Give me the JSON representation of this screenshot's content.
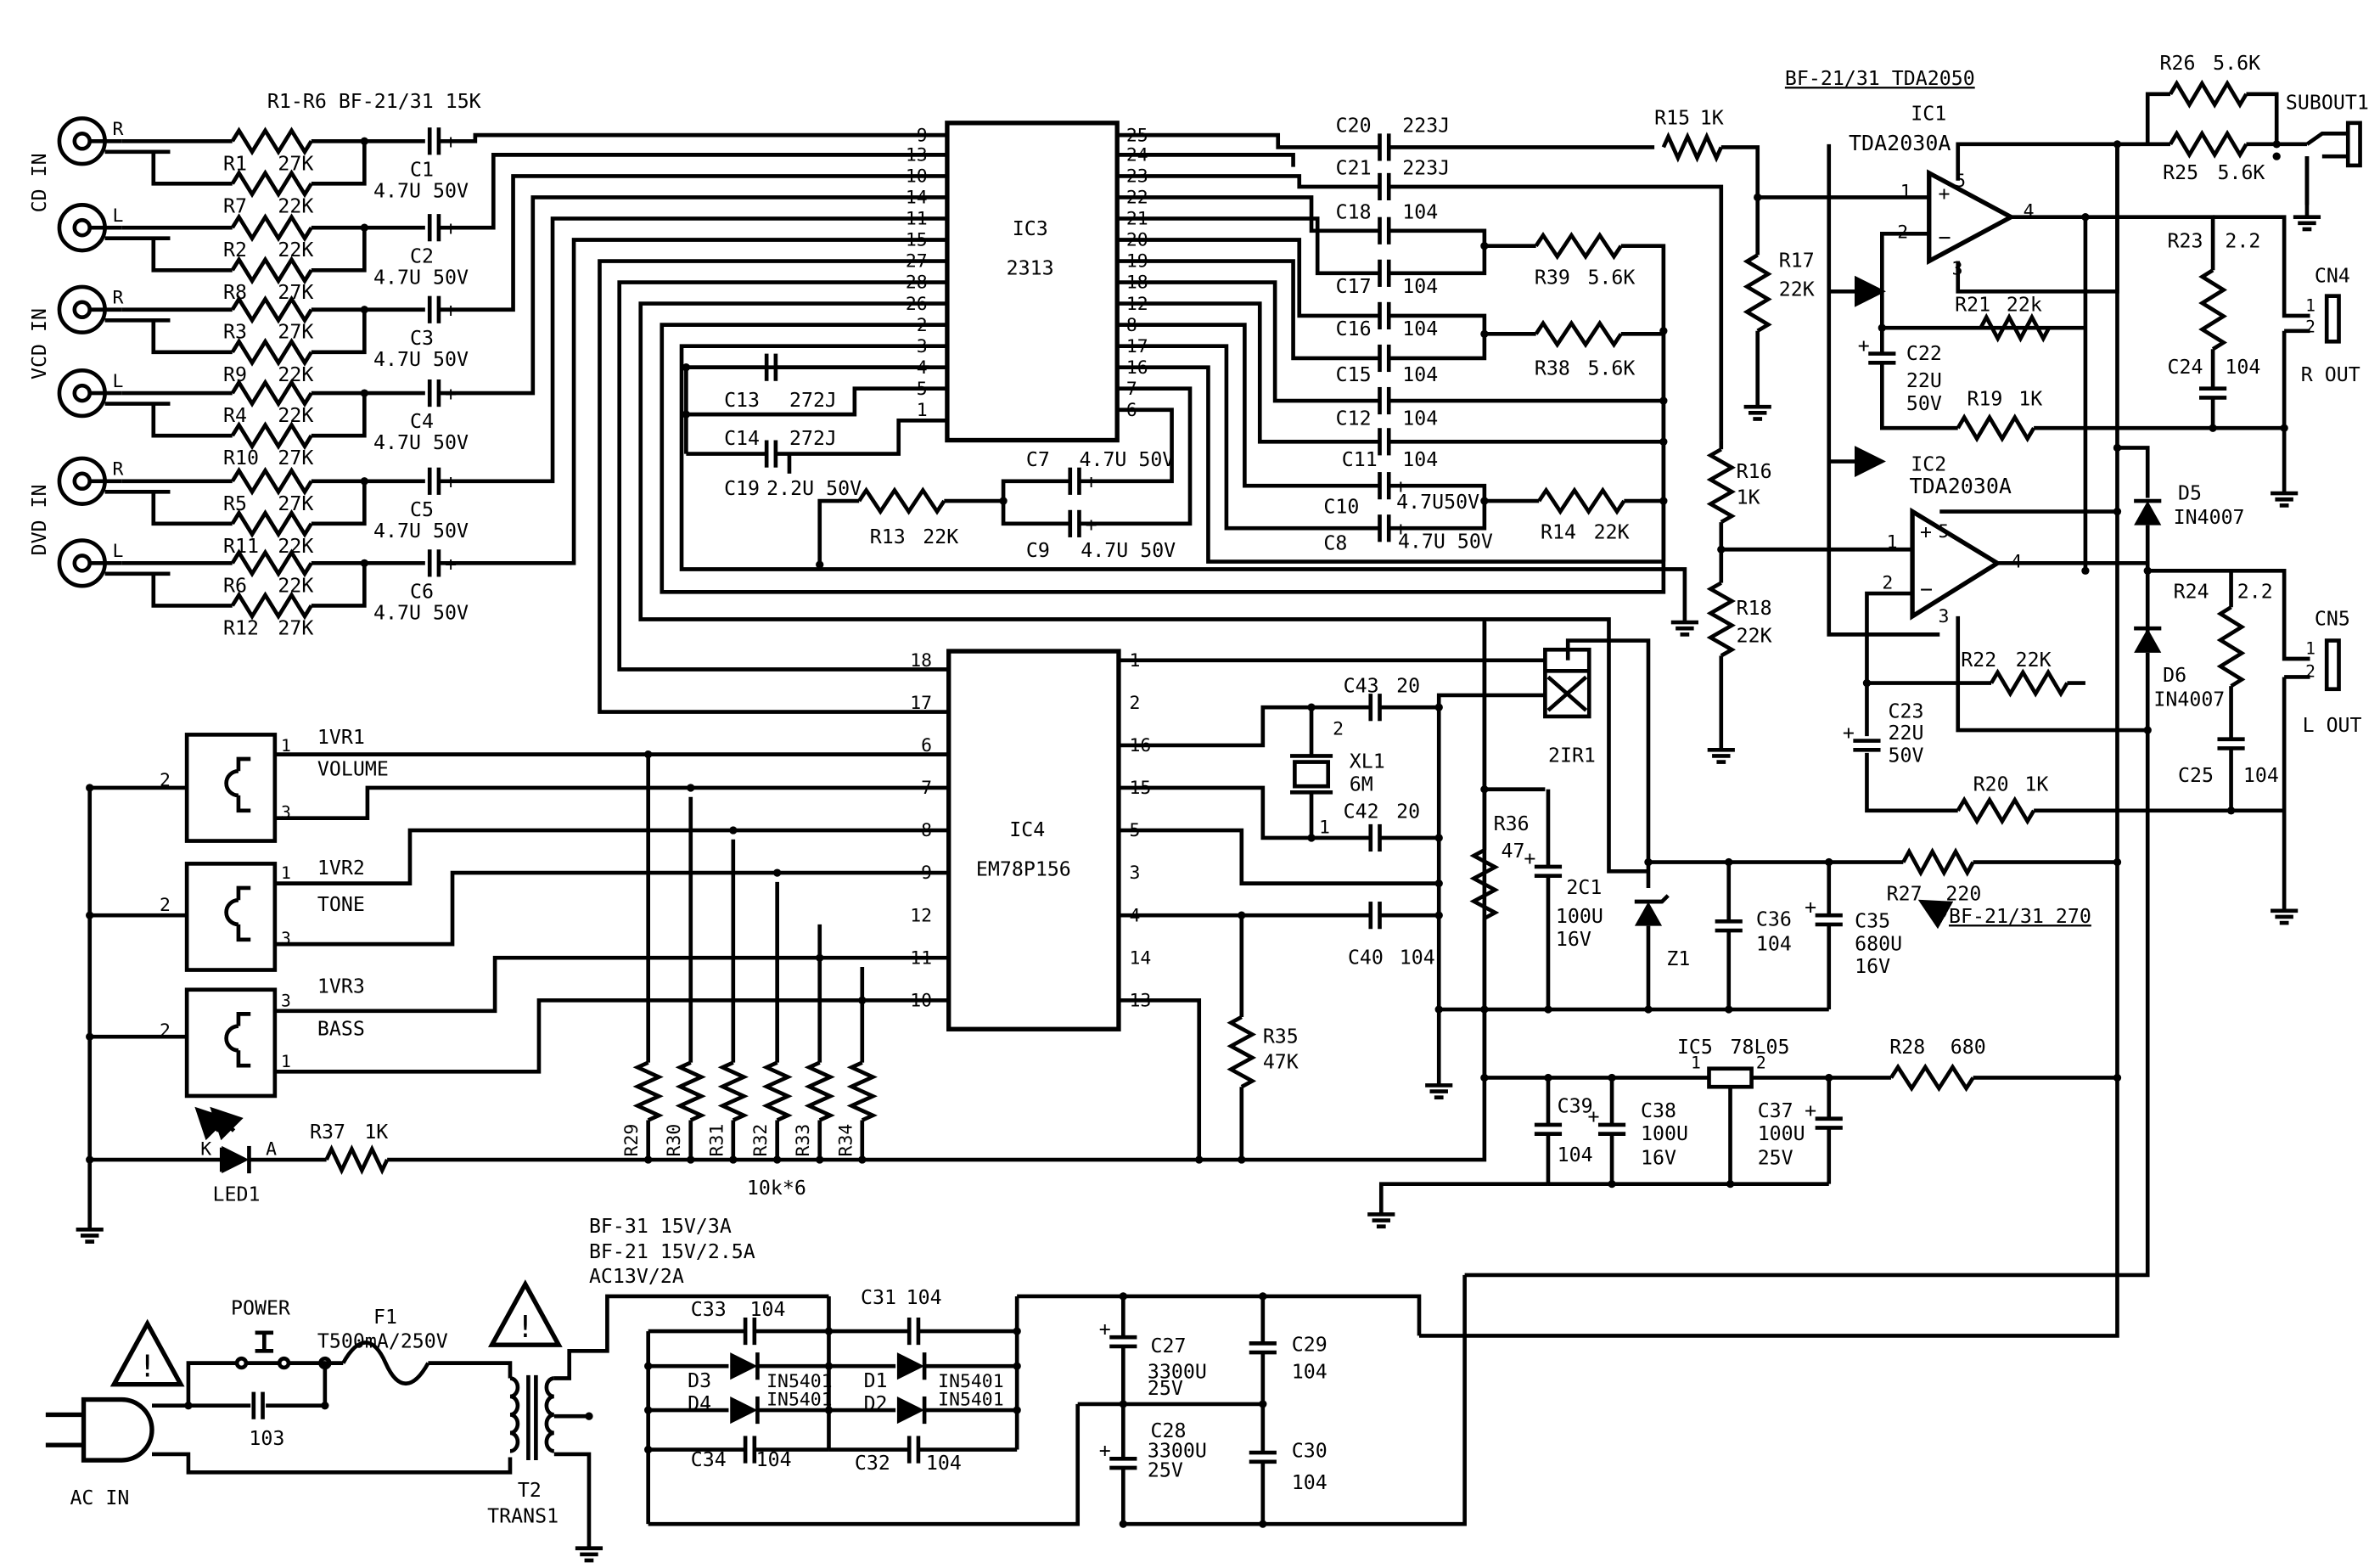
{
  "title_note": "R1-R6  BF-21/31  15K",
  "inputs": {
    "cd_in": "CD  IN",
    "vcd_in": "VCD  IN",
    "dvd_in": "DVD  IN",
    "jack_r": "R",
    "jack_l": "L"
  },
  "resistors_in": [
    {
      "name": "R1",
      "value": "27K"
    },
    {
      "name": "R7",
      "value": "22K"
    },
    {
      "name": "R2",
      "value": "22K"
    },
    {
      "name": "R8",
      "value": "27K"
    },
    {
      "name": "R3",
      "value": "27K"
    },
    {
      "name": "R9",
      "value": "22K"
    },
    {
      "name": "R4",
      "value": "22K"
    },
    {
      "name": "R10",
      "value": "27K"
    },
    {
      "name": "R5",
      "value": "27K"
    },
    {
      "name": "R11",
      "value": "22K"
    },
    {
      "name": "R6",
      "value": "22K"
    },
    {
      "name": "R12",
      "value": "27K"
    }
  ],
  "caps_in": [
    {
      "name": "C1",
      "value": "4.7U  50V"
    },
    {
      "name": "C2",
      "value": "4.7U  50V"
    },
    {
      "name": "C3",
      "value": "4.7U  50V"
    },
    {
      "name": "C4",
      "value": "4.7U  50V"
    },
    {
      "name": "C5",
      "value": "4.7U  50V"
    },
    {
      "name": "C6",
      "value": "4.7U  50V"
    }
  ],
  "ic3": {
    "name": "IC3",
    "part": "2313",
    "left_pins": [
      "9",
      "13",
      "10",
      "14",
      "11",
      "15",
      "27",
      "28",
      "26",
      "2",
      "3",
      "4",
      "5",
      "1"
    ],
    "right_pins": [
      "25",
      "24",
      "23",
      "22",
      "21",
      "20",
      "19",
      "18",
      "12",
      "8",
      "17",
      "16",
      "7",
      "6"
    ]
  },
  "ic3_parts": {
    "c13": "C13",
    "c13v": "272J",
    "c14": "C14",
    "c14v": "272J",
    "c19": "C19",
    "c19v": "2.2U  50V",
    "c7": "C7",
    "c7v": "4.7U 50V",
    "c9": "C9",
    "c9v": "4.7U  50V",
    "r13": "R13",
    "r13v": "22K"
  },
  "tone_parts": {
    "c20": "C20",
    "c20v": "223J",
    "c21": "C21",
    "c21v": "223J",
    "c18": "C18",
    "c18v": "104",
    "c17": "C17",
    "c17v": "104",
    "c16": "C16",
    "c16v": "104",
    "c15": "C15",
    "c15v": "104",
    "c12": "C12",
    "c12v": "104",
    "c11": "C11",
    "c11v": "104",
    "c10": "C10",
    "c10v": "4.7U50V",
    "c8": "C8",
    "c8v": "4.7U 50V",
    "r39": "R39",
    "r39v": "5.6K",
    "r38": "R38",
    "r38v": "5.6K",
    "r14": "R14",
    "r14v": "22K",
    "r15": "R15",
    "r15v": "1K"
  },
  "amp": {
    "note": "BF-21/31  TDA2050",
    "ic1": "IC1",
    "ic1p": "TDA2030A",
    "ic2": "IC2",
    "ic2p": "TDA2030A",
    "r17": "R17",
    "r17v": "22K",
    "r16": "R16",
    "r16v": "1K",
    "r18": "R18",
    "r18v": "22K",
    "r26": "R26",
    "r26v": "5.6K",
    "r25": "R25",
    "r25v": "5.6K",
    "sub": "SUBOUT1",
    "r23": "R23",
    "r23v": "2.2",
    "r24": "R24",
    "r24v": "2.2",
    "r21": "R21",
    "r21v": "22k",
    "r22": "R22",
    "r22v": "22K",
    "r19": "R19",
    "r19v": "1K",
    "r20": "R20",
    "r20v": "1K",
    "c22": "C22",
    "c22v1": "22U",
    "c22v2": "50V",
    "c23": "C23",
    "c23v1": "22U",
    "c23v2": "50V",
    "c24": "C24",
    "c24v": "104",
    "c25": "C25",
    "c25v": "104",
    "d5": "D5",
    "d5v": "IN4007",
    "d6": "D6",
    "d6v": "IN4007",
    "cn4": "CN4",
    "rout": "R  OUT",
    "cn5": "CN5",
    "lout": "L  OUT",
    "p1": "1",
    "p2": "2",
    "p3": "3",
    "p4": "4",
    "p5": "5",
    "plus": "+",
    "minus": "−"
  },
  "ic4": {
    "name": "IC4",
    "part": "EM78P156",
    "left_pins": [
      "18",
      "17",
      "6",
      "7",
      "8",
      "9",
      "12",
      "11",
      "10"
    ],
    "right_pins": [
      "1",
      "2",
      "16",
      "15",
      "5",
      "3",
      "4",
      "14",
      "13"
    ]
  },
  "control": {
    "vr1": "1VR1",
    "vr1l": "VOLUME",
    "vr2": "1VR2",
    "vr2l": "TONE",
    "vr3": "1VR3",
    "vr3l": "BASS",
    "c43": "C43",
    "c43v": "20",
    "c42": "C42",
    "c42v": "20",
    "xl1": "XL1",
    "xl1v": "6M",
    "ir": "2IR1",
    "r36": "R36",
    "r36v": "47",
    "c21x": "2C1",
    "c21xv1": "100U",
    "c21xv2": "16V",
    "z1": "Z1",
    "c36": "C36",
    "c36v": "104",
    "c35": "C35",
    "c35v1": "680U",
    "c35v2": "16V",
    "r27": "R27",
    "r27v": "220",
    "r27n": "BF-21/31  270",
    "c40": "C40",
    "c40v": "104",
    "r35": "R35",
    "r35v": "47K",
    "ic5": "IC5",
    "ic5p": "78L05",
    "r28": "R28",
    "r28v": "680",
    "c39": "C39",
    "c39v": "104",
    "c38": "C38",
    "c38v1": "100U",
    "c38v2": "16V",
    "c37": "C37",
    "c37v1": "100U",
    "c37v2": "25V",
    "rpack": [
      "R29",
      "R30",
      "R31",
      "R32",
      "R33",
      "R34"
    ],
    "rpackv": "10k*6",
    "led": "LED1",
    "ledk": "K",
    "leda": "A",
    "r37": "R37",
    "r37v": "1K"
  },
  "power": {
    "acin": "AC  IN",
    "power": "POWER",
    "f1": "F1",
    "f1v": "T500mA/250V",
    "c103": "103",
    "t2": "T2",
    "trans": "TRANS1",
    "spec1": "BF-31  15V/3A",
    "spec2": "BF-21  15V/2.5A",
    "spec3": "AC13V/2A",
    "c33": "C33",
    "c33v": "104",
    "c31": "C31",
    "c31v": "104",
    "c34": "C34",
    "c34v": "104",
    "c32": "C32",
    "c32v": "104",
    "d3": "D3",
    "d4": "D4",
    "d1": "D1",
    "d2": "D2",
    "dv": "IN5401",
    "c27": "C27",
    "c27v1": "3300U",
    "c27v2": "25V",
    "c28": "C28",
    "c28v1": "3300U",
    "c28v2": "25V",
    "c29": "C29",
    "c29v": "104",
    "c30": "C30",
    "c30v": "104"
  }
}
